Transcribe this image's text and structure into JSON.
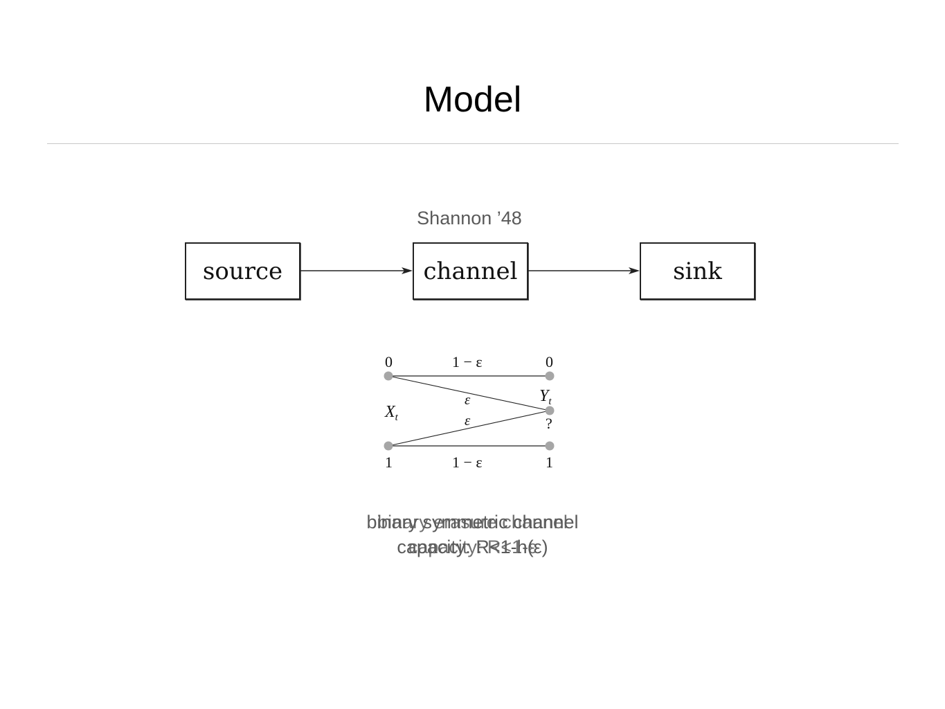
{
  "slide": {
    "title": "Model",
    "subtitle": "Shannon ’48"
  },
  "flow": {
    "source": "source",
    "channel": "channel",
    "sink": "sink"
  },
  "erasure_diagram": {
    "top_left": "0",
    "top_right": "0",
    "bottom_left": "1",
    "bottom_right": "1",
    "top_prob": "1 − ε",
    "bottom_prob": "1 − ε",
    "eps_upper": "ε",
    "eps_lower": "ε",
    "input_label": "X",
    "input_sub": "t",
    "output_label": "Y",
    "output_sub": "t",
    "erasure_symbol": "?"
  },
  "captions": {
    "a_line1": "binary symmetric channel",
    "a_line2": "capacity: R<1-h(ε)",
    "b_line1": "binary erasure channel",
    "b_line2": "capacity: R<1-ε"
  }
}
